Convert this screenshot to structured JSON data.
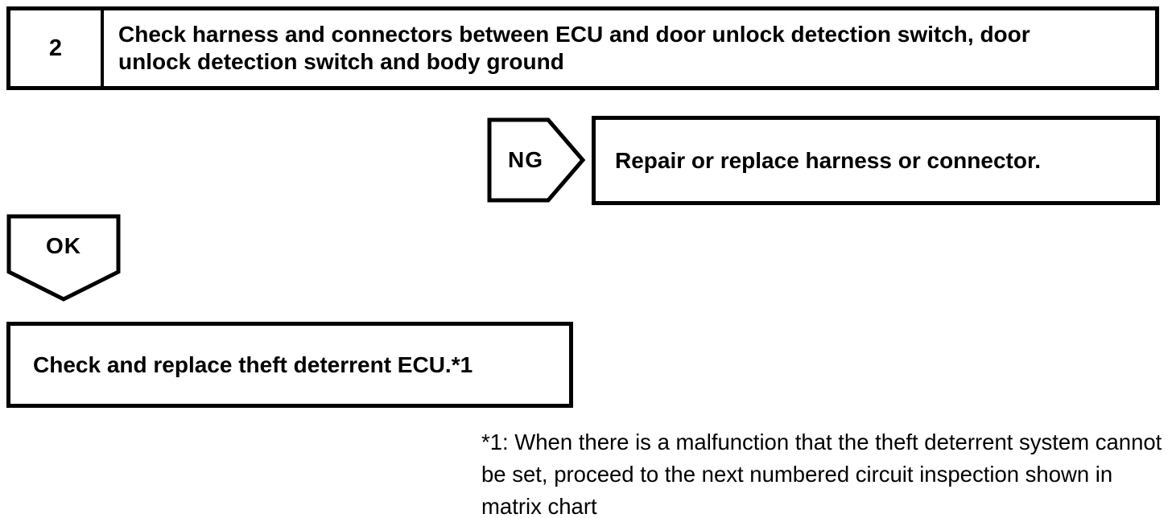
{
  "flowchart": {
    "step": {
      "number": "2",
      "instruction": "Check harness and connectors between ECU and door unlock detection switch, door unlock detection switch and body ground"
    },
    "ng_branch": {
      "label": "NG",
      "action": "Repair or replace harness or connector."
    },
    "ok_branch": {
      "label": "OK",
      "action": "Check and replace theft deterrent ECU.*1"
    },
    "footnote": "*1: When there is a malfunction that the theft deterrent system cannot be set, proceed to the next numbered circuit inspection shown in matrix chart"
  },
  "colors": {
    "ink": "#000000",
    "paper": "#ffffff"
  }
}
